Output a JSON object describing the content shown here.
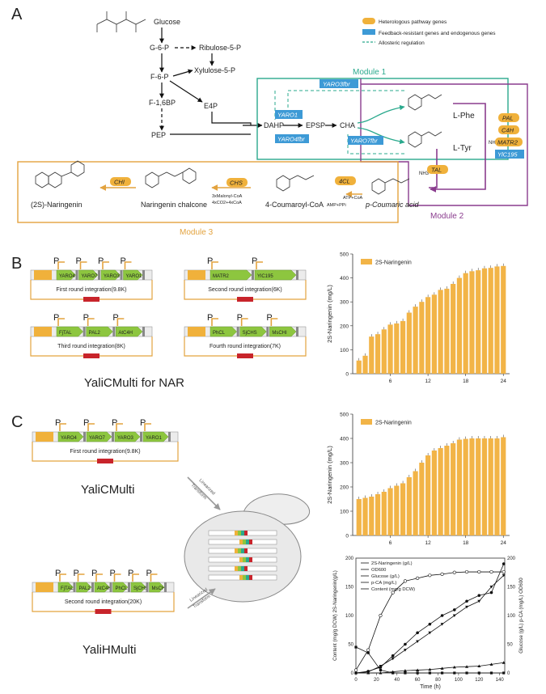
{
  "panels": {
    "a": "A",
    "b": "B",
    "c": "C"
  },
  "legend": {
    "heterologous": "Heterologous pathway genes",
    "feedback": "Feedback-resistant genes and endogenous genes",
    "allosteric": "Allosteric regulation"
  },
  "colors": {
    "orange": "#f0b13b",
    "blue": "#3d9ad6",
    "teal": "#2aa98d",
    "purple": "#8a3c8e",
    "module3": "#e3a33f",
    "bar": "#f2b447",
    "green": "#8dc63f",
    "red": "#c8242b"
  },
  "pathway": {
    "glucose": "Glucose",
    "g6p": "G-6-P",
    "ribulose": "Ribulose-5-P",
    "xylulose": "Xylulose-5-P",
    "f6p": "F-6-P",
    "f16bp": "F-1,6BP",
    "e4p": "E4P",
    "pep": "PEP",
    "dahp": "DAHP",
    "epsp": "EPSP",
    "cha": "CHA",
    "lphe": "L-Phe",
    "ltyr": "L-Tyr",
    "pca": "p-Coumaric acid",
    "coa": "4-Coumaroyl-CoA",
    "coa_sup": "AMP+PPi",
    "atp": "ATP+CoA",
    "chalcone": "Naringenin chalcone",
    "naringenin": "(2S)-Naringenin",
    "malonyl": "3xMalonyl-CoA",
    "co2": "4xCO2+4xCoA",
    "nh3a": "NH3",
    "nh3b": "NH3",
    "module1": "Module 1",
    "module2": "Module 2",
    "module3": "Module 3"
  },
  "enzymes": {
    "yaro3": "YARO3fbr",
    "yaro1": "YARO1",
    "yaro4": "YARO4fbr",
    "yaro7": "YARO7fbr",
    "pal": "PAL",
    "c4h": "C4H",
    "matr2": "MATR2",
    "yic195": "YlC195",
    "tal": "TAL",
    "fourcl": "4CL",
    "chs": "CHS",
    "chi": "CHI"
  },
  "constructs_b": [
    {
      "label": "First round integration(9.8K)",
      "genes": [
        "YARO4",
        "YARO7",
        "YARO3",
        "YARO1"
      ]
    },
    {
      "label": "Second round integration(6K)",
      "genes": [
        "MATR2",
        "YlC195"
      ]
    },
    {
      "label": "Third round integration(8K)",
      "genes": [
        "FjTAL",
        "PAL2",
        "AtC4H"
      ]
    },
    {
      "label": "Fourth round integration(7K)",
      "genes": [
        "PhCL",
        "SjCHS",
        "MsCHI"
      ]
    }
  ],
  "caption_b": "YaliCMulti for NAR",
  "construct_c1": {
    "label": "First round integration(9.8K)",
    "genes": [
      "YARO4",
      "YARO7",
      "YARO3",
      "YARO1"
    ]
  },
  "construct_c2": {
    "label": "Second round integration(20K)",
    "genes": [
      "FjTAL",
      "PAL2",
      "AtC4H",
      "PhCL",
      "SjCHS",
      "MsCHI"
    ]
  },
  "caption_c1": "YaliCMulti",
  "caption_c2": "YaliHMulti",
  "arrow_labels": {
    "a": "Linearized",
    "b": "Transform",
    "c": "Linearized",
    "d": "Transform"
  },
  "chart_data": [
    {
      "type": "bar",
      "legend": "2S-Naringenin",
      "ylabel": "2S-Naringenin (mg/L)",
      "ylim": [
        0,
        500
      ],
      "yticks": [
        0,
        100,
        200,
        300,
        400,
        500
      ],
      "xticks": [
        6,
        12,
        18,
        24
      ],
      "x": [
        1,
        2,
        3,
        4,
        5,
        6,
        7,
        8,
        9,
        10,
        11,
        12,
        13,
        14,
        15,
        16,
        17,
        18,
        19,
        20,
        21,
        22,
        23,
        24
      ],
      "values": [
        55,
        75,
        155,
        165,
        185,
        205,
        210,
        220,
        255,
        280,
        300,
        320,
        330,
        350,
        355,
        375,
        400,
        420,
        428,
        432,
        440,
        442,
        448,
        450
      ]
    },
    {
      "type": "bar",
      "legend": "2S-Naringenin",
      "ylabel": "2S-Naringenin (mg/L)",
      "ylim": [
        0,
        500
      ],
      "yticks": [
        0,
        100,
        200,
        300,
        400,
        500
      ],
      "xticks": [
        6,
        12,
        18,
        24
      ],
      "x": [
        1,
        2,
        3,
        4,
        5,
        6,
        7,
        8,
        9,
        10,
        11,
        12,
        13,
        14,
        15,
        16,
        17,
        18,
        19,
        20,
        21,
        22,
        23,
        24
      ],
      "values": [
        150,
        155,
        160,
        170,
        180,
        195,
        205,
        215,
        240,
        265,
        300,
        330,
        350,
        360,
        370,
        380,
        395,
        398,
        400,
        400,
        400,
        400,
        400,
        405
      ]
    },
    {
      "type": "line",
      "xlabel": "Time (h)",
      "ylabel_left": "Content (mg/g DCW) 2S-Naringenin(g/L)",
      "ylabel_right": "Glucose (g/L) p-CA (mg/L) OD600",
      "xlim": [
        0,
        140
      ],
      "xticks": [
        0,
        20,
        40,
        60,
        80,
        100,
        120,
        140
      ],
      "yticks_left": [
        0,
        50,
        100,
        150,
        200
      ],
      "yticks_right": [
        0,
        50,
        100,
        150,
        200
      ],
      "series": [
        {
          "name": "2S-Naringenin (g/L)",
          "x": [
            0,
            12,
            24,
            36,
            48,
            60,
            72,
            84,
            96,
            108,
            120,
            132,
            144
          ],
          "y": [
            0,
            3,
            10,
            30,
            50,
            70,
            85,
            100,
            110,
            125,
            135,
            140,
            190
          ]
        },
        {
          "name": "OD600",
          "x": [
            0,
            12,
            24,
            36,
            48,
            60,
            72,
            84,
            96,
            108,
            120,
            132,
            144
          ],
          "y": [
            5,
            40,
            100,
            140,
            160,
            165,
            170,
            172,
            175,
            176,
            176,
            176,
            176
          ]
        },
        {
          "name": "Glucose (g/L)",
          "x": [
            0,
            12,
            24,
            36,
            48,
            60,
            72,
            84,
            96,
            108,
            120,
            132,
            144
          ],
          "y": [
            45,
            35,
            5,
            0,
            0,
            0,
            0,
            0,
            0,
            0,
            0,
            0,
            0
          ]
        },
        {
          "name": "p-CA (mg/L)",
          "x": [
            0,
            12,
            24,
            36,
            48,
            60,
            72,
            84,
            96,
            108,
            120,
            132,
            144
          ],
          "y": [
            0,
            0,
            0,
            2,
            4,
            5,
            6,
            8,
            10,
            11,
            12,
            15,
            18
          ]
        },
        {
          "name": "Content (mg/g DCW)",
          "x": [
            0,
            12,
            24,
            36,
            48,
            60,
            72,
            84,
            96,
            108,
            120,
            132,
            144
          ],
          "y": [
            0,
            2,
            12,
            25,
            40,
            55,
            70,
            85,
            100,
            115,
            125,
            150,
            170
          ]
        }
      ]
    }
  ]
}
